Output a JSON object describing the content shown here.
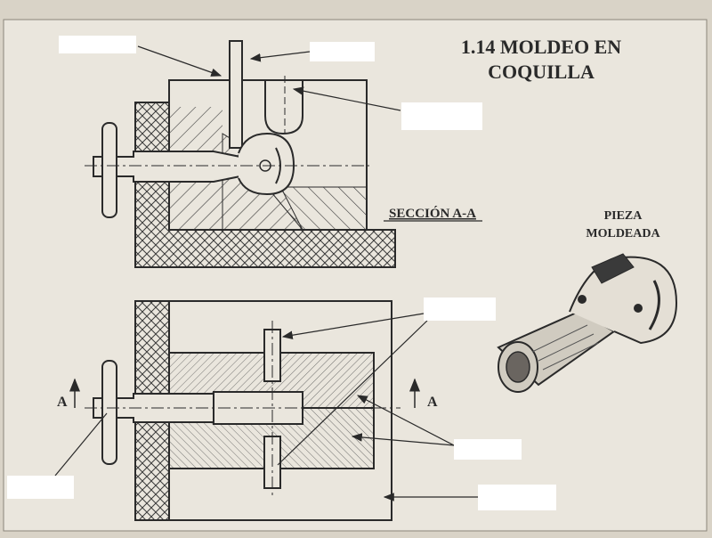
{
  "title": {
    "line1": "1.14   MOLDEO EN",
    "line2": "COQUILLA"
  },
  "section_label": "SECCIÓN A-A",
  "piece_label": {
    "line1": "PIEZA",
    "line2": "MOLDEADA"
  },
  "section_markers": {
    "left": "A",
    "right": "A"
  },
  "answer_boxes": [
    {
      "id": "box-top-left",
      "text": ""
    },
    {
      "id": "box-top-center",
      "text": ""
    },
    {
      "id": "box-right-upper",
      "text": ""
    },
    {
      "id": "box-right-middle",
      "text": ""
    },
    {
      "id": "box-right-lower",
      "text": ""
    },
    {
      "id": "box-bottom-right",
      "text": ""
    },
    {
      "id": "box-bottom-left",
      "text": ""
    }
  ],
  "colors": {
    "paper": "#d9d3c7",
    "frame": "#eae6dd",
    "ink": "#2a2a2a",
    "hatch": "#3a3a3a",
    "box": "#ffffff"
  }
}
